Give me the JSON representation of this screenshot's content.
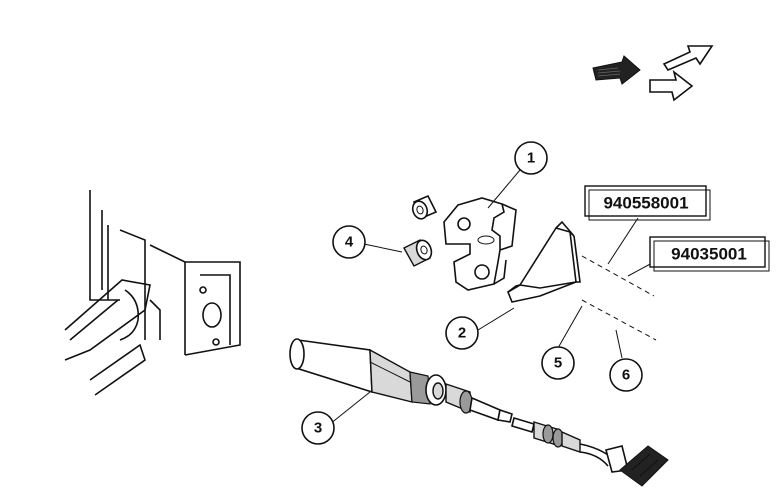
{
  "callouts": {
    "c1": "1",
    "c2": "2",
    "c3": "3",
    "c4": "4",
    "c5": "5",
    "c6": "6"
  },
  "part_labels": {
    "p1": "940558001",
    "p2": "94035001"
  },
  "icons": {
    "direction": "direction-arrows-icon"
  }
}
